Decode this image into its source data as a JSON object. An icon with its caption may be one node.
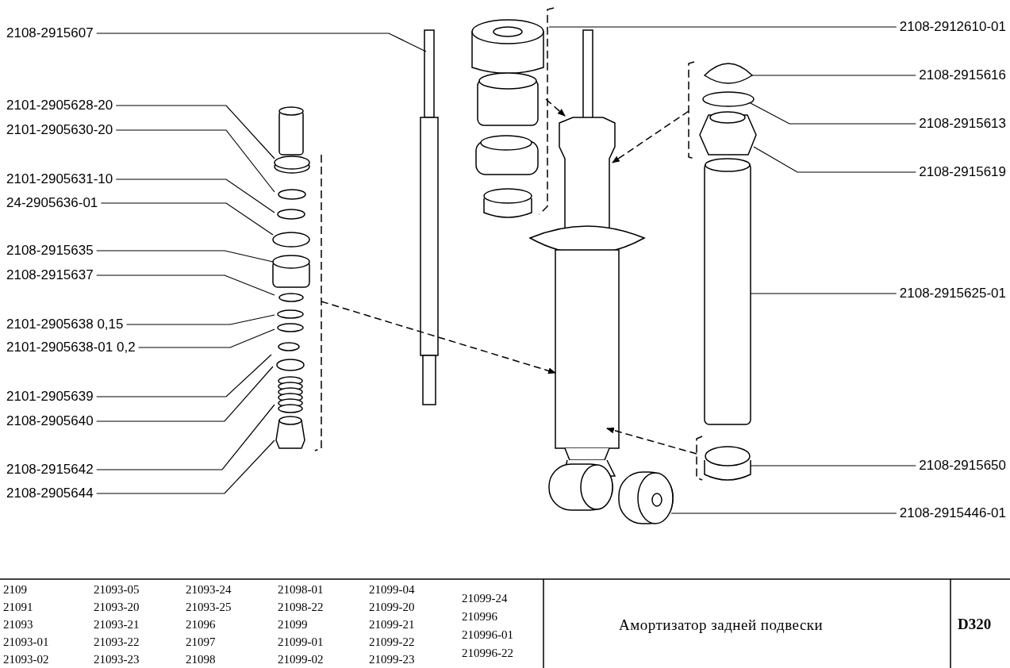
{
  "diagram": {
    "nodes": [
      {
        "text": [
          "2108-2915607"
        ]
      },
      {
        "text": [
          "2101-2905628-20"
        ]
      },
      {
        "text": [
          "2101-2905630-20"
        ]
      },
      {
        "text": [
          "2101-2905631-10"
        ]
      },
      {
        "text": [
          "24-2905636-01"
        ]
      },
      {
        "text": [
          "2108-2915635"
        ]
      },
      {
        "text": [
          "2108-2915637"
        ]
      },
      {
        "text": [
          "2101-2905638 0,15"
        ]
      },
      {
        "text": [
          "2101-2905638-01 0,2"
        ]
      },
      {
        "text": [
          "2101-2905639"
        ]
      },
      {
        "text": [
          "2108-2905640"
        ]
      },
      {
        "text": [
          "2108-2915642"
        ]
      },
      {
        "text": [
          "2108-2905644"
        ]
      },
      {
        "text": [
          "2108-2912610-01"
        ]
      },
      {
        "text": [
          "2108-2915616"
        ]
      },
      {
        "text": [
          "2108-2915613"
        ]
      },
      {
        "text": [
          "2108-2915619"
        ]
      },
      {
        "text": [
          "2108-2915625-01"
        ]
      },
      {
        "text": [
          "2108-2915650"
        ]
      },
      {
        "text": [
          "2108-2915446-01"
        ]
      }
    ],
    "edges": [
      {
        "from": 0,
        "to": null,
        "arrow": "none"
      },
      {
        "from": 1,
        "to": null,
        "arrow": "none"
      },
      {
        "from": 2,
        "to": null,
        "arrow": "none"
      },
      {
        "from": 3,
        "to": null,
        "arrow": "none"
      },
      {
        "from": 4,
        "to": null,
        "arrow": "none"
      },
      {
        "from": 5,
        "to": null,
        "arrow": "none"
      },
      {
        "from": 6,
        "to": null,
        "arrow": "none"
      },
      {
        "from": 7,
        "to": null,
        "arrow": "none"
      },
      {
        "from": 8,
        "to": null,
        "arrow": "none"
      },
      {
        "from": 9,
        "to": null,
        "arrow": "none"
      },
      {
        "from": 10,
        "to": null,
        "arrow": "none"
      },
      {
        "from": 11,
        "to": null,
        "arrow": "none"
      },
      {
        "from": 12,
        "to": null,
        "arrow": "none"
      },
      {
        "from": 13,
        "to": null,
        "arrow": "none"
      },
      {
        "from": 14,
        "to": null,
        "arrow": "none"
      },
      {
        "from": 15,
        "to": null,
        "arrow": "none"
      },
      {
        "from": 16,
        "to": null,
        "arrow": "none"
      },
      {
        "from": 17,
        "to": null,
        "arrow": "none"
      },
      {
        "from": 18,
        "to": null,
        "arrow": "none"
      },
      {
        "from": 19,
        "to": null,
        "arrow": "none"
      }
    ],
    "labels": [
      "2109",
      "21093-05",
      "21093-24",
      "21098-01",
      "21099-04",
      "21091",
      "21093-20",
      "21093-25",
      "21098-22",
      "21099-20",
      "21093",
      "21093-21",
      "21096",
      "21099",
      "21099-21",
      "21093-01",
      "21093-22",
      "21097",
      "21099-01",
      "21099-22",
      "21093-02",
      "21093-23",
      "21098",
      "21099-02",
      "21099-23",
      "21099-24",
      "210996",
      "210996-01",
      "210996-22",
      "Амортизатор задней подвески",
      "D320"
    ]
  }
}
